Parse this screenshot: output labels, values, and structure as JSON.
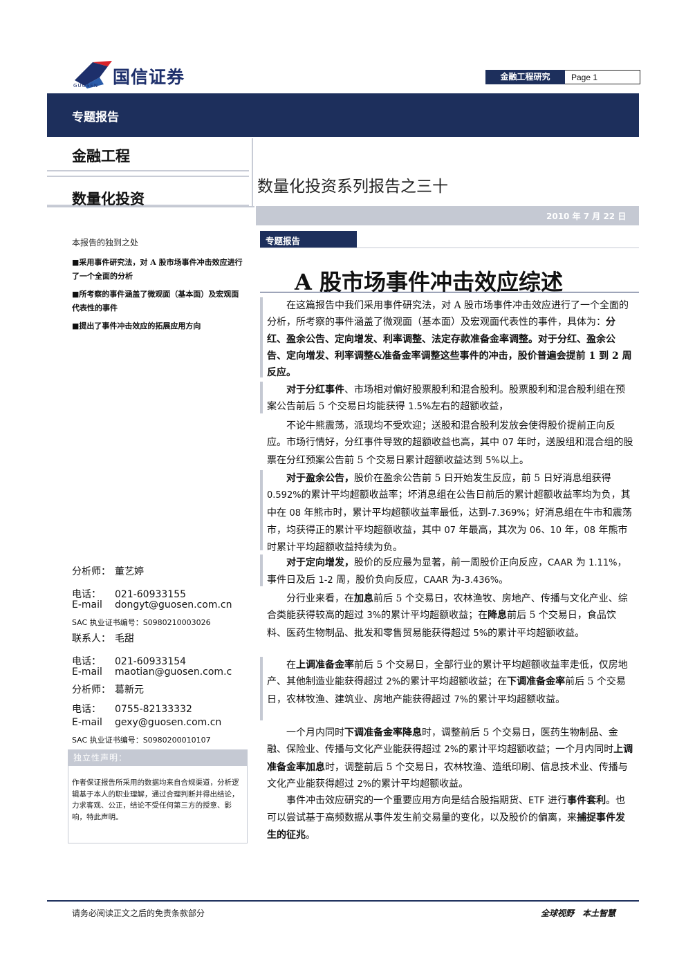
{
  "header": {
    "brand": "国信证券",
    "brand_sub": "GUOSEN",
    "department": "金融工程研究",
    "page_label": "Page 1"
  },
  "banner": {
    "title": "专题报告"
  },
  "category": {
    "primary": "金融工程",
    "secondary": "数量化投资",
    "series": "数量化投资系列报告之三十"
  },
  "date": "2010 年 7 月 22 日",
  "highlights": {
    "title": "本报告的独到之处",
    "items": [
      "■采用事件研究法，对 A 股市场事件冲击效应进行了一个全面的分析",
      "■所考察的事件涵盖了微观面（基本面）及宏观面代表性的事件",
      "■提出了事件冲击效应的拓展应用方向"
    ]
  },
  "contacts": {
    "analyst1_label": "分析师：",
    "analyst1_name": "董艺婷",
    "phone_label": "电话：",
    "email_label": "E-mail",
    "analyst1_phone": "021-60933155",
    "analyst1_email": "dongyt@guosen.com.cn",
    "analyst1_sac": "SAC 执业证书编号：S0980210003026",
    "contact_label": "联系人：",
    "contact_name": "毛甜",
    "contact_phone": "021-60933154",
    "contact_email": "maotian@guosen.com.c",
    "analyst2_label": "分析师：",
    "analyst2_name": "葛新元",
    "analyst2_phone": "0755-82133332",
    "analyst2_email": "gexy@guosen.com.cn",
    "analyst2_sac": "SAC 执业证书编号：S0980200010107"
  },
  "disclaimer": {
    "title": "独立性声明：",
    "text": "作者保证报告所采用的数据均来自合规渠道，分析逻辑基于本人的职业理解，通过合理判断并得出结论，力求客观、公正，结论不受任何第三方的授意、影响，特此声明。"
  },
  "report": {
    "tag": "专题报告",
    "title": "A 股市场事件冲击效应综述"
  },
  "footer": {
    "left": "请务必阅读正文之后的免责条款部分",
    "right": "全球视野　本土智慧"
  }
}
